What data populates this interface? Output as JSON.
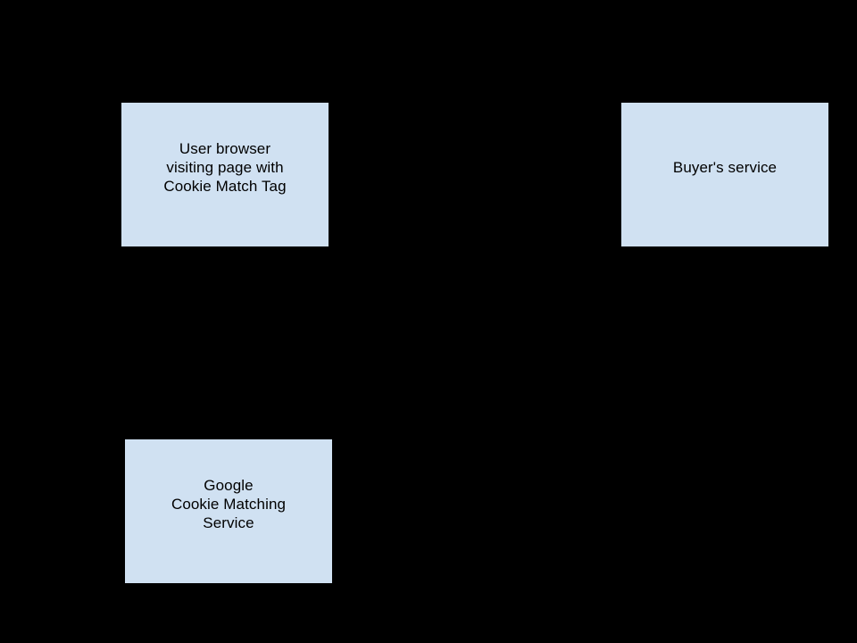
{
  "diagram": {
    "background_color": "#000000",
    "node_fill_color": "#d0e1f2",
    "node_text_color": "#000000",
    "nodes": [
      {
        "id": "user-browser",
        "label": "User browser\nvisiting page with\nCookie Match Tag"
      },
      {
        "id": "buyers-service",
        "label": "Buyer's service"
      },
      {
        "id": "google-cookie-matching",
        "label": "Google\nCookie Matching\nService"
      }
    ]
  }
}
